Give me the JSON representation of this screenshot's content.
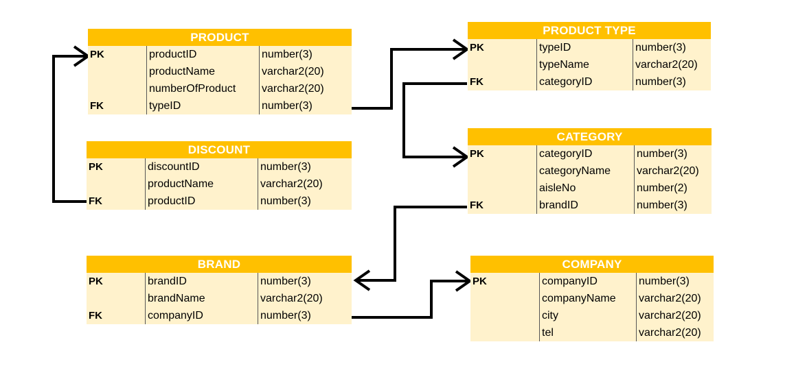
{
  "tables": {
    "product": {
      "title": "PRODUCT",
      "rows": [
        {
          "key": "PK",
          "name": "productID",
          "type": "number(3)"
        },
        {
          "key": "",
          "name": "productName",
          "type": "varchar2(20)"
        },
        {
          "key": "",
          "name": "numberOfProduct",
          "type": "varchar2(20)"
        },
        {
          "key": "FK",
          "name": "typeID",
          "type": "number(3)"
        }
      ]
    },
    "discount": {
      "title": "DISCOUNT",
      "rows": [
        {
          "key": "PK",
          "name": "discountID",
          "type": "number(3)"
        },
        {
          "key": "",
          "name": "productName",
          "type": "varchar2(20)"
        },
        {
          "key": "FK",
          "name": "productID",
          "type": "number(3)"
        }
      ]
    },
    "brand": {
      "title": "BRAND",
      "rows": [
        {
          "key": "PK",
          "name": "brandID",
          "type": "number(3)"
        },
        {
          "key": "",
          "name": "brandName",
          "type": "varchar2(20)"
        },
        {
          "key": "FK",
          "name": "companyID",
          "type": "number(3)"
        }
      ]
    },
    "product_type": {
      "title": "PRODUCT TYPE",
      "rows": [
        {
          "key": "PK",
          "name": "typeID",
          "type": "number(3)"
        },
        {
          "key": "",
          "name": "typeName",
          "type": "varchar2(20)"
        },
        {
          "key": "FK",
          "name": "categoryID",
          "type": "number(3)"
        }
      ]
    },
    "category": {
      "title": "CATEGORY",
      "rows": [
        {
          "key": "PK",
          "name": "categoryID",
          "type": "number(3)"
        },
        {
          "key": "",
          "name": "categoryName",
          "type": "varchar2(20)"
        },
        {
          "key": "",
          "name": "aisleNo",
          "type": "number(2)"
        },
        {
          "key": "FK",
          "name": "brandID",
          "type": "number(3)"
        }
      ]
    },
    "company": {
      "title": "COMPANY",
      "rows": [
        {
          "key": "PK",
          "name": "companyID",
          "type": "number(3)"
        },
        {
          "key": "",
          "name": "companyName",
          "type": "varchar2(20)"
        },
        {
          "key": "",
          "name": "city",
          "type": "varchar2(20)"
        },
        {
          "key": "",
          "name": "tel",
          "type": "varchar2(20)"
        }
      ]
    }
  },
  "relationships": [
    {
      "from": "discount.productID",
      "to": "product.productID"
    },
    {
      "from": "product.typeID",
      "to": "product_type.typeID"
    },
    {
      "from": "product_type.categoryID",
      "to": "category.categoryID"
    },
    {
      "from": "category.brandID",
      "to": "brand"
    },
    {
      "from": "brand.companyID",
      "to": "company.companyID"
    }
  ],
  "colors": {
    "header": "#FFC000",
    "body": "#FFF2CC",
    "header_text": "#FFFFFF",
    "line": "#000000"
  }
}
